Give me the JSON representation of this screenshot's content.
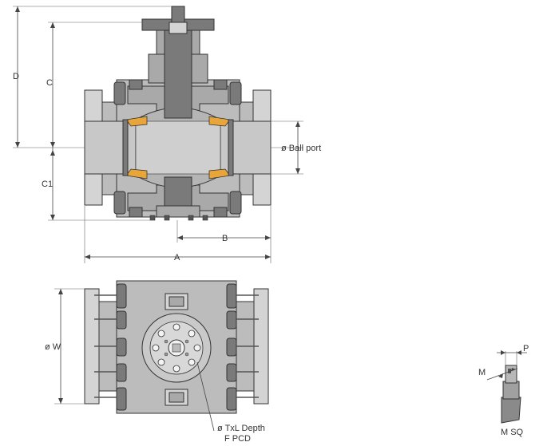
{
  "labels": {
    "D": "D",
    "C": "C",
    "C1": "C1",
    "ball_port": "ø Ball port",
    "B": "B",
    "A": "A",
    "W": "ø W",
    "txl_depth": "ø TxL Depth",
    "f_pcd": "F PCD",
    "P": "P",
    "M": "M",
    "m_sq": "M SQ"
  },
  "colors": {
    "body_gray": "#bcbcbc",
    "dark_gray": "#7a7a7a",
    "seat_orange": "#e8a63a"
  }
}
